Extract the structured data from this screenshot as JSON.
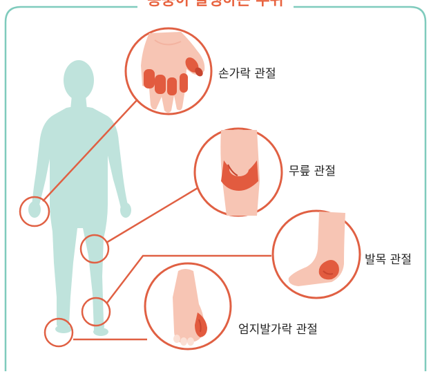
{
  "title": "통풍이 발생하는 부위",
  "labels": {
    "finger": "손가락 관절",
    "knee": "무릎 관절",
    "ankle": "발목 관절",
    "big_toe": "엄지발가락 관절"
  },
  "colors": {
    "frame": "#7fcbbd",
    "body": "#bfe3dc",
    "accent": "#e06043",
    "skin": "#f7c5b4",
    "skin_light": "#fbe0d5",
    "inflamed": "#e25b3f",
    "inflamed_dark": "#c8452f"
  }
}
